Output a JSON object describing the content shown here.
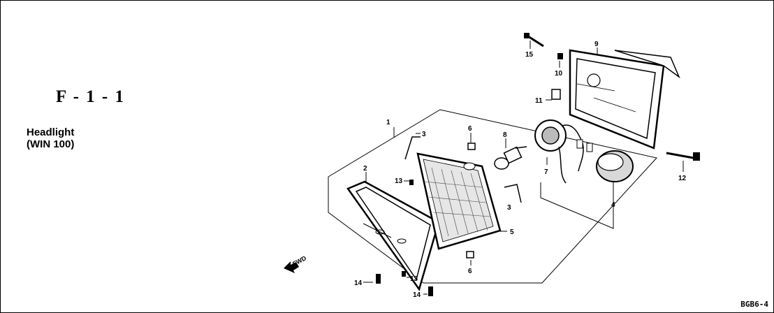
{
  "header": {
    "section_code": "F - 1 - 1",
    "title_line1": "Headlight",
    "title_line2": "(WIN 100)"
  },
  "reference_code": "BGB6-4",
  "fwd_label": "FWD",
  "callouts": {
    "c1": "1",
    "c2": "2",
    "c3a": "3",
    "c3b": "3",
    "c4": "4",
    "c5": "5",
    "c6a": "6",
    "c6b": "6",
    "c7": "7",
    "c8": "8",
    "c9": "9",
    "c10": "10",
    "c11": "11",
    "c12": "12",
    "c13a": "13",
    "c13b": "13",
    "c14a": "14",
    "c14b": "14",
    "c15": "15"
  }
}
